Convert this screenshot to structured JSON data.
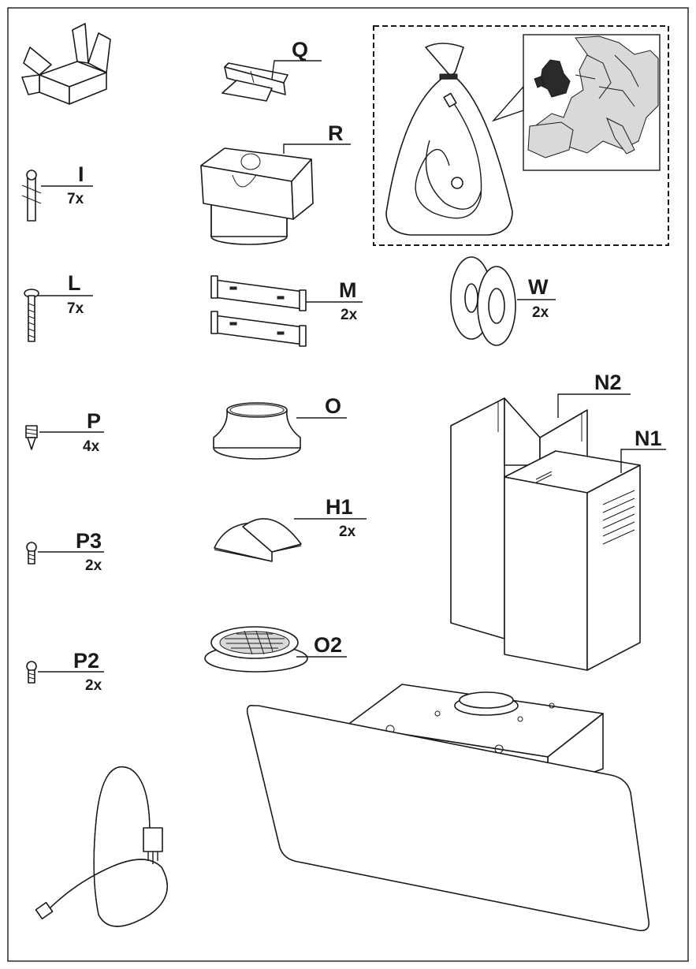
{
  "labels": {
    "q": {
      "code": "Q"
    },
    "r": {
      "code": "R"
    },
    "i": {
      "code": "I",
      "qty": "7x"
    },
    "l": {
      "code": "L",
      "qty": "7x"
    },
    "m": {
      "code": "M",
      "qty": "2x"
    },
    "w": {
      "code": "W",
      "qty": "2x"
    },
    "p": {
      "code": "P",
      "qty": "4x"
    },
    "o": {
      "code": "O"
    },
    "n2": {
      "code": "N2"
    },
    "n1": {
      "code": "N1"
    },
    "h1": {
      "code": "H1",
      "qty": "2x"
    },
    "p3": {
      "code": "P3",
      "qty": "2x"
    },
    "p2": {
      "code": "P2",
      "qty": "2x"
    },
    "o2": {
      "code": "O2"
    }
  },
  "icons": [
    "box-icon",
    "bag-with-power-cable-icon",
    "europe-map-icon",
    "power-cable-icon",
    "hood-body-icon"
  ],
  "colors": {
    "line": "#1a1a1a",
    "map_highlight": "#2a2a2a",
    "map_land": "#d9d9d9"
  }
}
